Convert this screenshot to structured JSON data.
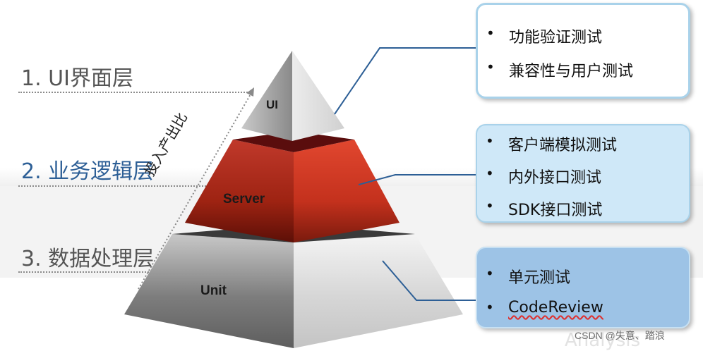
{
  "layers": [
    {
      "label": "1. UI界面层",
      "color": "#555555"
    },
    {
      "label": "2. 业务逻辑层",
      "color": "#2d5f96"
    },
    {
      "label": "3. 数据处理层",
      "color": "#555555"
    }
  ],
  "pyramid": {
    "top": "UI",
    "middle": "Server",
    "bottom": "Unit",
    "axis_label": "投入产出比"
  },
  "boxes": {
    "ui": {
      "items": [
        "功能验证测试",
        "兼容性与用户测试"
      ],
      "bg": "#ffffff",
      "border": "#a9d2ea"
    },
    "server": {
      "items": [
        "客户端模拟测试",
        "内外接口测试",
        "SDK接口测试"
      ],
      "bg": "#cfe8f8",
      "border": "#a9d2ea"
    },
    "unit": {
      "items": [
        "单元测试",
        "CodeReview"
      ],
      "bg": "#9dc3e6",
      "border": "#c7e0f2"
    }
  },
  "watermark": "CSDN @失意、踏浪",
  "background_text": [
    "Analysis"
  ]
}
